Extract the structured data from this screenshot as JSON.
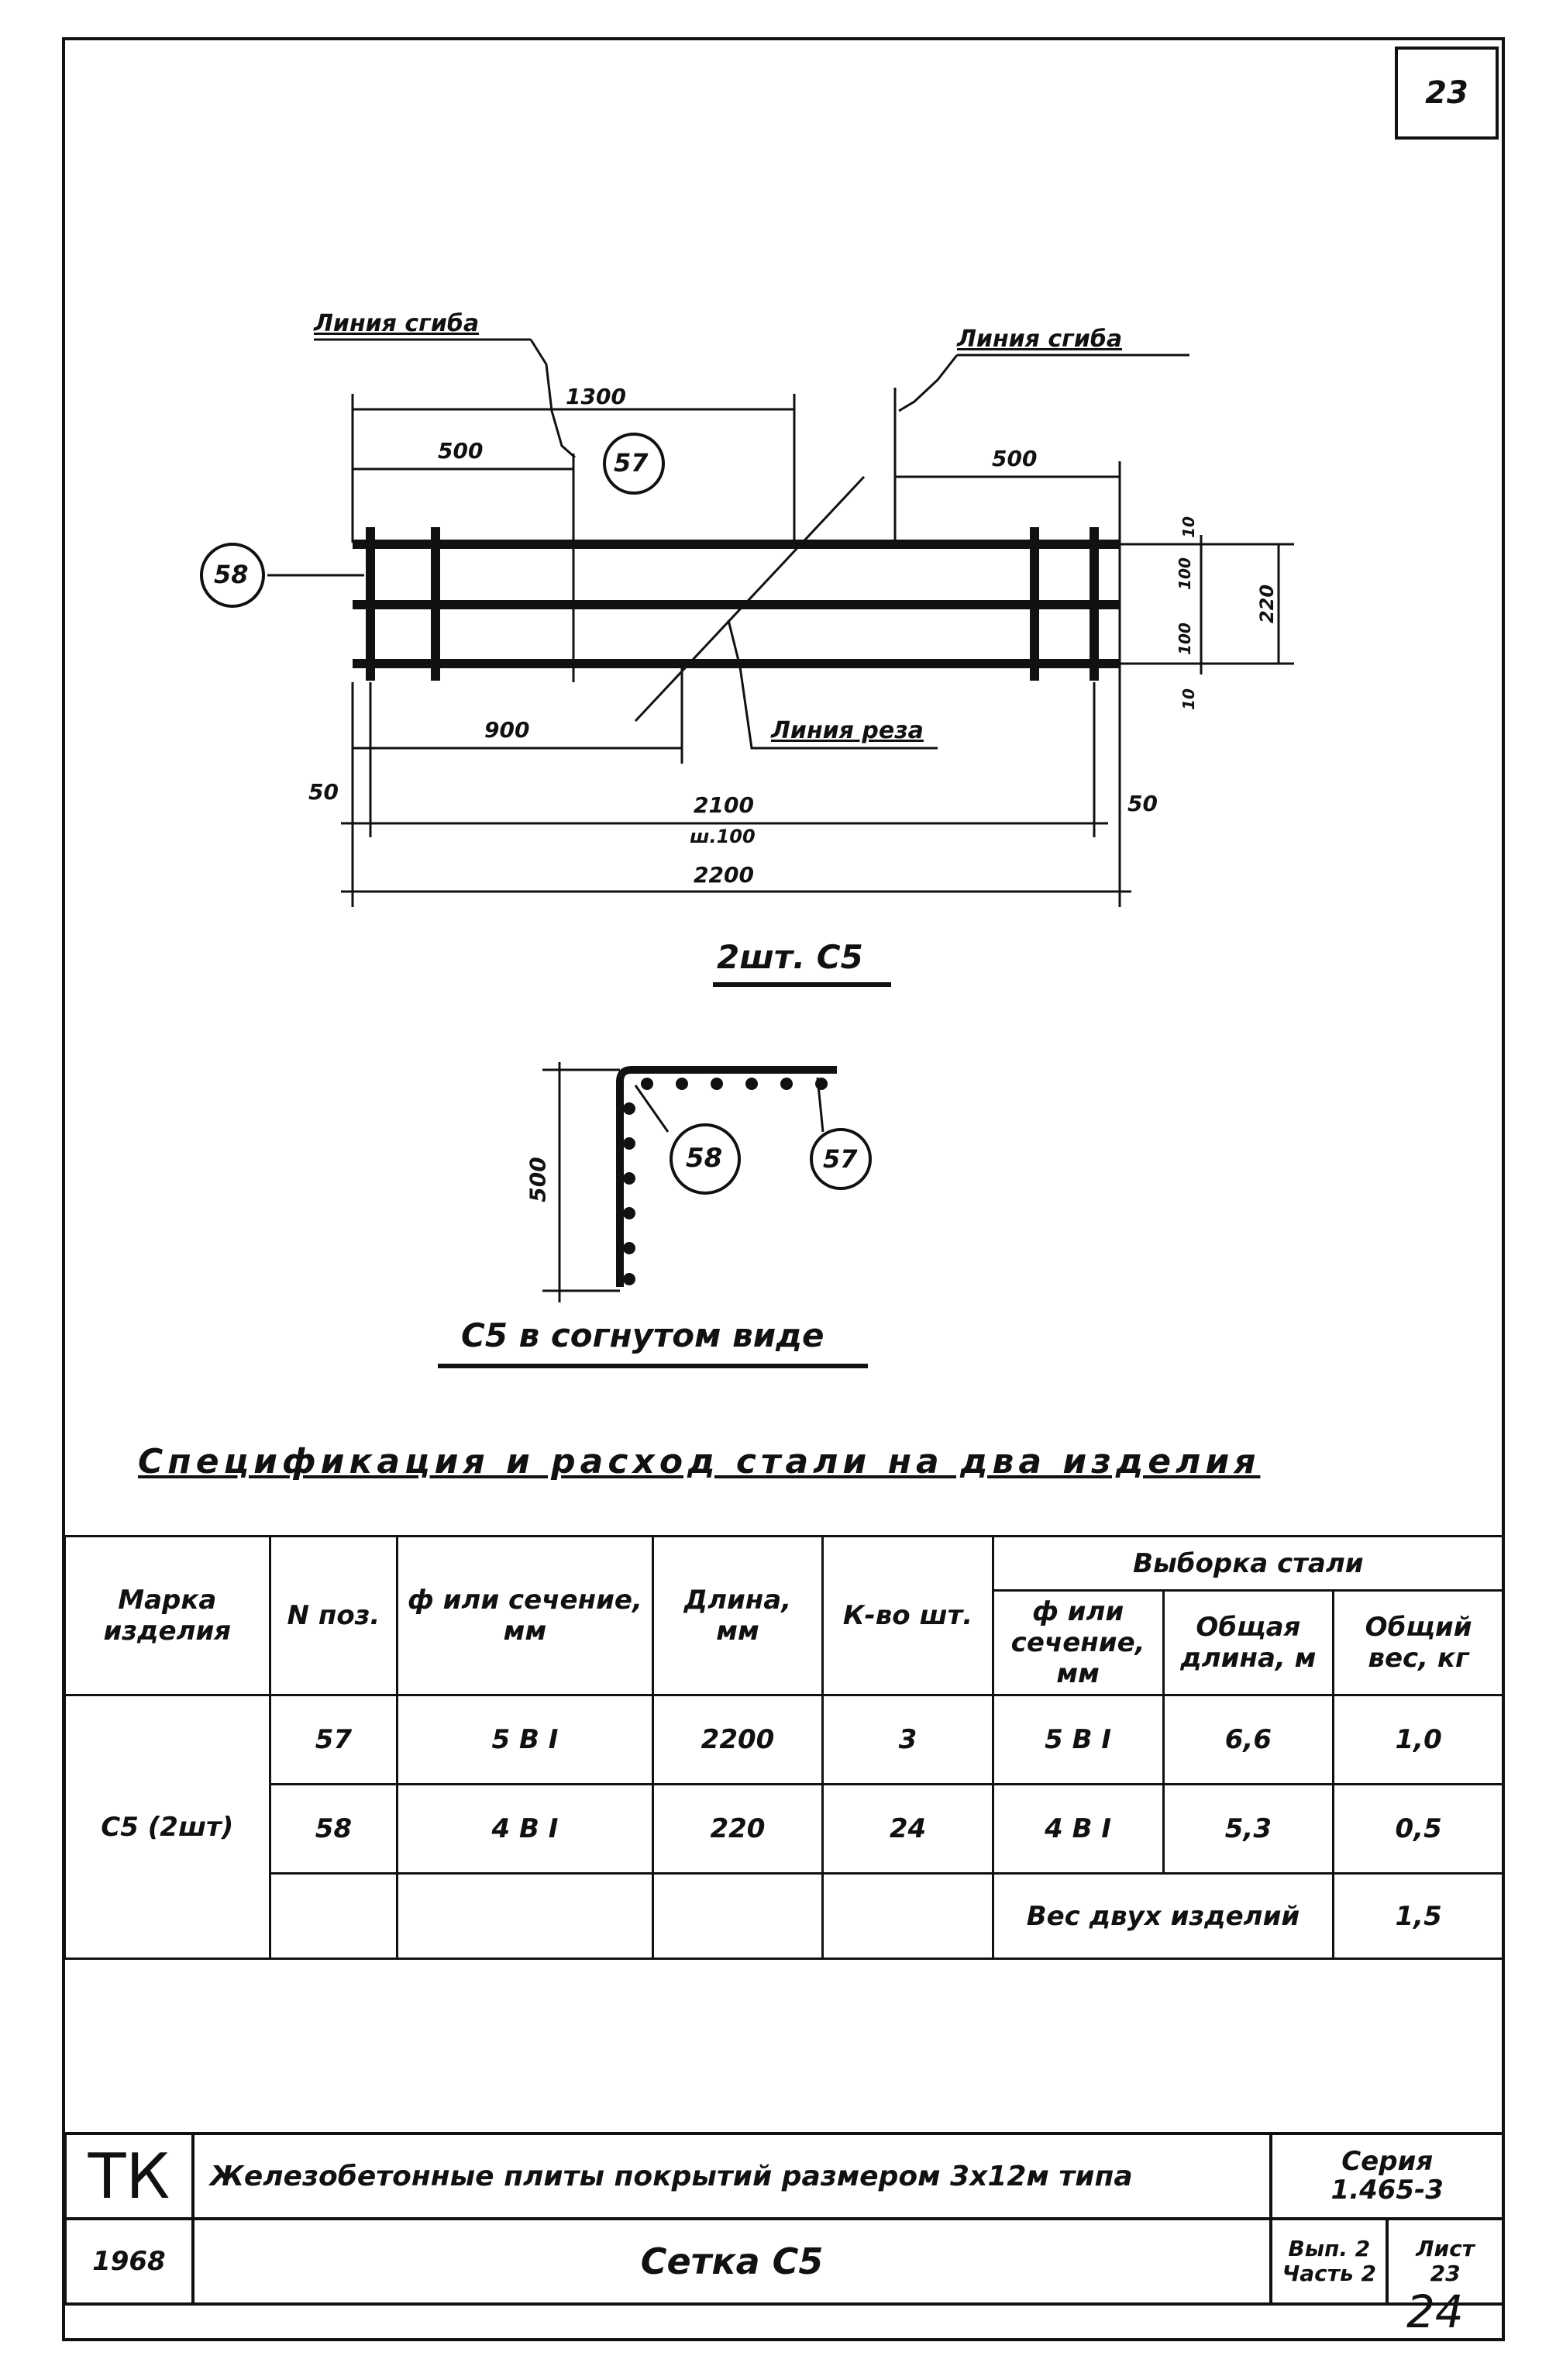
{
  "sheet_number": "23",
  "page_number": "24",
  "drawing": {
    "line_labels": {
      "bend_left": "Линия сгиба",
      "bend_right": "Линия сгиба",
      "cut": "Линия реза"
    },
    "dimensions": {
      "d1300": "1300",
      "d500_left": "500",
      "d500_right": "500",
      "d900": "900",
      "d50_left": "50",
      "d50_right": "50",
      "d2100": "2100",
      "pitch": "ш.100",
      "d2200": "2200",
      "v10_top": "10",
      "v100_a": "100",
      "v100_b": "100",
      "v10_bottom": "10",
      "v220": "220",
      "v500": "500"
    },
    "markers": {
      "m57": "57",
      "m58": "58",
      "m58_b": "58",
      "m57_b": "57"
    },
    "caption_mesh": "2шт. С5",
    "caption_bent": "С5  в  согнутом  виде"
  },
  "spec": {
    "title": "Спецификация   и  расход   стали   на   два   изделия",
    "headers": {
      "marka": "Марка изделия",
      "pos": "N поз.",
      "section": "ф или сечение, мм",
      "length": "Длина, мм",
      "count": "К-во шт.",
      "selection": "Выборка стали",
      "sel_section": "ф или сечение, мм",
      "sel_total_length": "Общая длина, м",
      "sel_total_weight": "Общий вес, кг"
    },
    "item_mark": "С5 (2шт)",
    "rows": [
      {
        "pos": "57",
        "section": "5 В I",
        "length": "2200",
        "count": "3",
        "sel_section": "5 В I",
        "sel_length": "6,6",
        "sel_weight": "1,0"
      },
      {
        "pos": "58",
        "section": "4 В I",
        "length": "220",
        "count": "24",
        "sel_section": "4 В I",
        "sel_length": "5,3",
        "sel_weight": "0,5"
      }
    ],
    "total_label": "Вес двух изделий",
    "total_weight": "1,5"
  },
  "title_block": {
    "org": "ТК",
    "year": "1968",
    "title": "Железобетонные  плиты  покрытий  размером 3х12м типа",
    "sheet_name": "Сетка  С5",
    "series_label": "Серия",
    "series_value": "1.465-3",
    "issue": "Вып. 2",
    "part": "Часть 2",
    "list_label": "Лист",
    "list_value": "23"
  }
}
